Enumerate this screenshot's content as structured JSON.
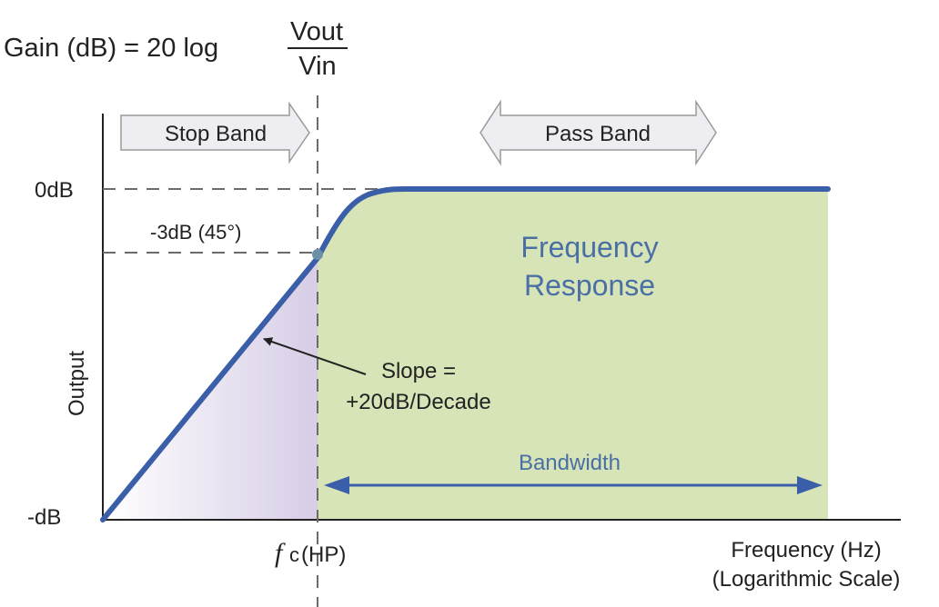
{
  "formula": {
    "prefix": "Gain (dB) = 20 log",
    "numerator": "Vout",
    "denominator": "Vin"
  },
  "bands": {
    "stop": "Stop Band",
    "pass": "Pass Band"
  },
  "axes": {
    "y_label": "Output",
    "y_ticks": [
      "0dB",
      "-dB"
    ],
    "cutoff_symbol": "f",
    "cutoff_subscript": "c",
    "cutoff_suffix": " (HP)",
    "x_label_line1": "Frequency (Hz)",
    "x_label_line2": "(Logarithmic Scale)"
  },
  "annotations": {
    "minus3db": "-3dB (45°)",
    "response_line1": "Frequency",
    "response_line2": "Response",
    "slope_line1": "Slope =",
    "slope_line2": "+20dB/Decade",
    "bandwidth": "Bandwidth"
  },
  "colors": {
    "curve": "#3a5fa8",
    "pass_fill": "#d6e4b7",
    "stop_fill": "#d7cde6",
    "accent_text": "#4a6fa5",
    "arrow_fill": "#eeeef2",
    "arrow_stroke": "#9a9a9a",
    "dash": "#6b6b6b"
  }
}
